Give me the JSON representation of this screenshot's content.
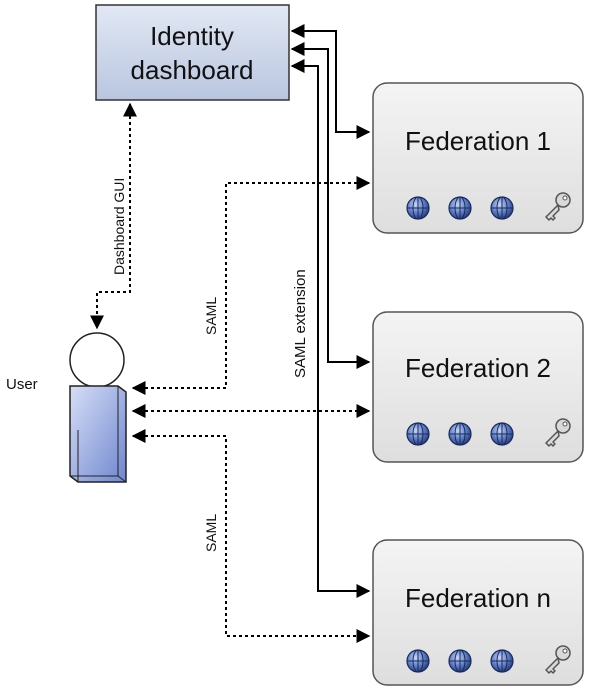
{
  "identity_dashboard": {
    "line1": "Identity",
    "line2": "dashboard"
  },
  "federations": [
    {
      "name": "Federation 1"
    },
    {
      "name": "Federation 2"
    },
    {
      "name": "Federation n"
    }
  ],
  "user": {
    "label": "User"
  },
  "edge_labels": {
    "dashboard_gui": "Dashboard GUI",
    "saml_top": "SAML",
    "saml_bottom": "SAML",
    "saml_extension": "SAML extension"
  },
  "colors": {
    "dashboard_fill": "#c9d3e6",
    "federation_fill": "#e6e6e6",
    "user_fill": "#9fb0e2",
    "node_icon": "#3f5ea8"
  },
  "icons": {
    "federation_node": "globe-icon",
    "federation_key": "key-icon",
    "user": "person-icon"
  }
}
